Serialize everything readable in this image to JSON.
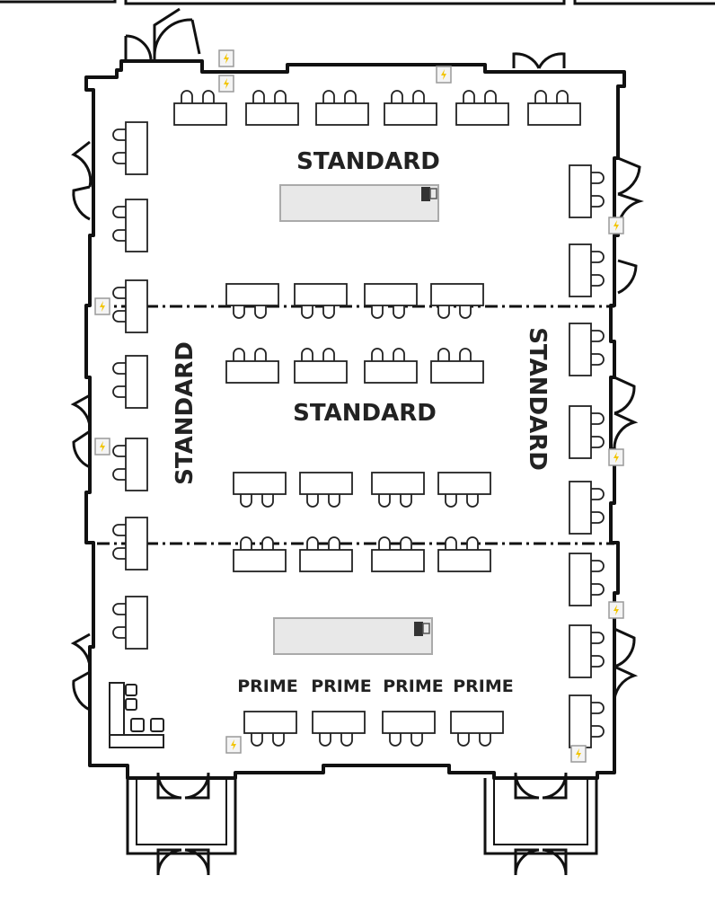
{
  "floor_plan": {
    "zones": {
      "top": "STANDARD",
      "middle_center": "STANDARD",
      "middle_left": "STANDARD",
      "middle_right": "STANDARD",
      "prime_1": "PRIME",
      "prime_2": "PRIME",
      "prime_3": "PRIME",
      "prime_4": "PRIME"
    },
    "colors": {
      "wall": "#111111",
      "table_outline": "#222222",
      "serving_station_fill": "#e8e8e8",
      "serving_station_stroke": "#aaaaaa",
      "power_outlet_icon": "#f2c500",
      "divider_line": "#111111"
    },
    "icons": {
      "outlet": "power-outlet-icon",
      "door": "door-icon",
      "dispenser": "dispenser-icon"
    }
  }
}
